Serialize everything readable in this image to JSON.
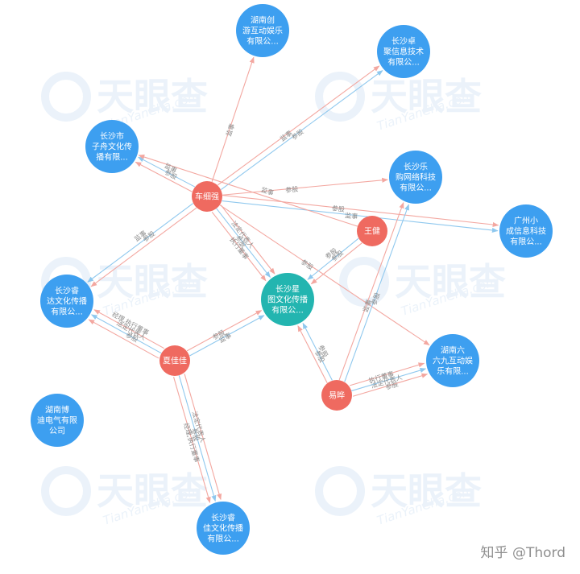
{
  "credit": "知乎 @Thord",
  "watermark": {
    "brand": "天眼查",
    "site": "TianYanCha.com"
  },
  "colors": {
    "person": "#ef6a60",
    "company": "#3d9ff0",
    "focus": "#23b5b0",
    "edge_person": "#f3a7a0",
    "edge_company": "#8fc8ee",
    "edge_label": "#8a8a8a",
    "watermark": "#dbe9f6"
  },
  "nodes": [
    {
      "id": "hunan_chuangyou",
      "type": "company",
      "lines": [
        "湖南创",
        "游互动娱乐",
        "有限公..."
      ]
    },
    {
      "id": "changsha_zhuoju",
      "type": "company",
      "lines": [
        "长沙卓",
        "聚信息技术",
        "有限公..."
      ]
    },
    {
      "id": "changsha_zizhou",
      "type": "company",
      "lines": [
        "长沙市",
        "子舟文化传",
        "播有限..."
      ]
    },
    {
      "id": "changsha_legou",
      "type": "company",
      "lines": [
        "长沙乐",
        "购网络科技",
        "有限公..."
      ]
    },
    {
      "id": "che_xiqiang",
      "type": "person",
      "lines": [
        "车细强"
      ]
    },
    {
      "id": "wang_jian",
      "type": "person",
      "lines": [
        "王健"
      ]
    },
    {
      "id": "guangzhou_xiaocheng",
      "type": "company",
      "lines": [
        "广州小",
        "成信息科技",
        "有限公..."
      ]
    },
    {
      "id": "changsha_ruida",
      "type": "company",
      "lines": [
        "长沙睿",
        "达文化传播",
        "有限公..."
      ]
    },
    {
      "id": "changsha_xingtu",
      "type": "focus",
      "lines": [
        "长沙星",
        "图文化传播",
        "有限公..."
      ]
    },
    {
      "id": "xia_jiajia",
      "type": "person",
      "lines": [
        "夏佳佳"
      ]
    },
    {
      "id": "hunan_liujiu",
      "type": "company",
      "lines": [
        "湖南六",
        "六九互动娱",
        "乐有限..."
      ]
    },
    {
      "id": "yi_ye",
      "type": "person",
      "lines": [
        "易晔"
      ]
    },
    {
      "id": "hunan_bodi",
      "type": "company",
      "lines": [
        "湖南博",
        "迪电气有限",
        "公司"
      ]
    },
    {
      "id": "changsha_ruijia",
      "type": "company",
      "lines": [
        "长沙睿",
        "佳文化传播",
        "有限公..."
      ]
    }
  ],
  "edges": [
    {
      "from": "che_xiqiang",
      "to": "hunan_chuangyou",
      "label": "监事"
    },
    {
      "from": "che_xiqiang",
      "to": "changsha_zhuoju",
      "label": "监事"
    },
    {
      "from": "che_xiqiang",
      "to": "changsha_zhuoju",
      "label": "参股"
    },
    {
      "from": "che_xiqiang",
      "to": "changsha_zizhou",
      "label": "参股"
    },
    {
      "from": "che_xiqiang",
      "to": "changsha_zizhou",
      "label": "监事"
    },
    {
      "from": "che_xiqiang",
      "to": "changsha_legou",
      "label": "参股"
    },
    {
      "from": "che_xiqiang",
      "to": "guangzhou_xiaocheng",
      "label": "参股"
    },
    {
      "from": "che_xiqiang",
      "to": "guangzhou_xiaocheng",
      "label": "监事"
    },
    {
      "from": "che_xiqiang",
      "to": "changsha_xingtu",
      "label": "法定代表人"
    },
    {
      "from": "che_xiqiang",
      "to": "changsha_xingtu",
      "label": "参股"
    },
    {
      "from": "che_xiqiang",
      "to": "changsha_xingtu",
      "label": "执行董事"
    },
    {
      "from": "che_xiqiang",
      "to": "hunan_liujiu",
      "label": "参股"
    },
    {
      "from": "che_xiqiang",
      "to": "changsha_ruida",
      "label": "参股"
    },
    {
      "from": "che_xiqiang",
      "to": "changsha_ruida",
      "label": "监事"
    },
    {
      "from": "wang_jian",
      "to": "changsha_zizhou",
      "label": "监事"
    },
    {
      "from": "wang_jian",
      "to": "changsha_xingtu",
      "label": "参股"
    },
    {
      "from": "wang_jian",
      "to": "changsha_xingtu",
      "label": "参股"
    },
    {
      "from": "xia_jiajia",
      "to": "changsha_ruida",
      "label": "参股"
    },
    {
      "from": "xia_jiajia",
      "to": "changsha_ruida",
      "label": "法定代表人"
    },
    {
      "from": "xia_jiajia",
      "to": "changsha_ruida",
      "label": "经理,执行董事"
    },
    {
      "from": "xia_jiajia",
      "to": "changsha_xingtu",
      "label": "参股"
    },
    {
      "from": "xia_jiajia",
      "to": "changsha_xingtu",
      "label": "监事"
    },
    {
      "from": "xia_jiajia",
      "to": "changsha_ruijia",
      "label": "法定代表人"
    },
    {
      "from": "xia_jiajia",
      "to": "changsha_ruijia",
      "label": "参股"
    },
    {
      "from": "xia_jiajia",
      "to": "changsha_ruijia",
      "label": "经理,执行董事"
    },
    {
      "from": "yi_ye",
      "to": "changsha_legou",
      "label": "监事"
    },
    {
      "from": "yi_ye",
      "to": "changsha_legou",
      "label": "参股"
    },
    {
      "from": "yi_ye",
      "to": "changsha_xingtu",
      "label": "参股"
    },
    {
      "from": "yi_ye",
      "to": "changsha_xingtu",
      "label": "参股"
    },
    {
      "from": "yi_ye",
      "to": "hunan_liujiu",
      "label": "执行董事"
    },
    {
      "from": "yi_ye",
      "to": "hunan_liujiu",
      "label": "法定代表人"
    },
    {
      "from": "yi_ye",
      "to": "hunan_liujiu",
      "label": "参股"
    }
  ]
}
